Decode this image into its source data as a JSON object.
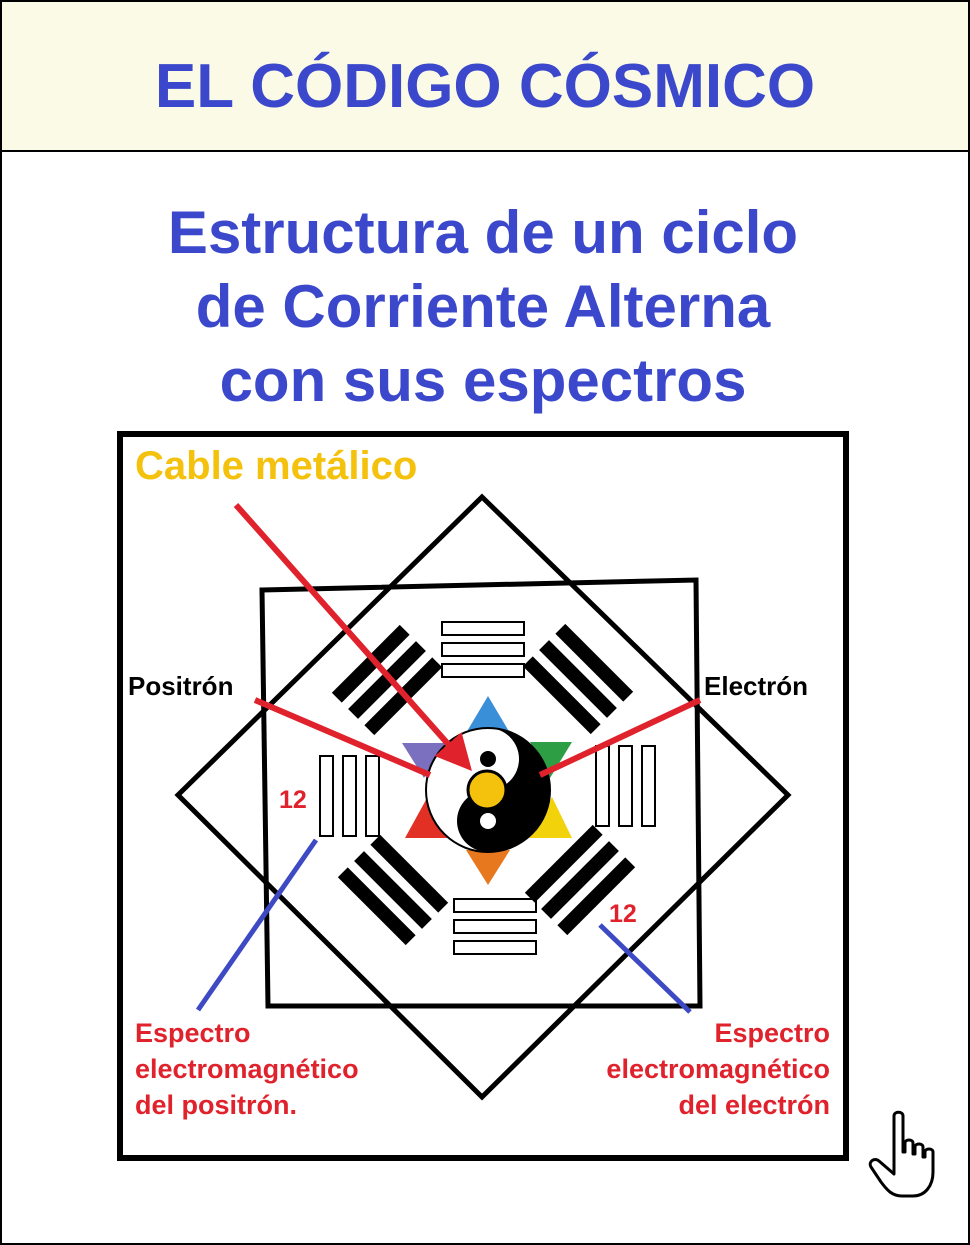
{
  "header": {
    "title": "EL CÓDIGO CÓSMICO"
  },
  "subtitle": {
    "lines": [
      "Estructura de un ciclo",
      "de Corriente Alterna",
      "con sus espectros"
    ]
  },
  "diagram": {
    "cable_label": "Cable metálico",
    "positron_label": "Positrón",
    "electron_label": "Electrón",
    "left_number": "12",
    "right_number": "12",
    "left_spectrum": [
      "Espectro",
      "electromagnético",
      "del positrón."
    ],
    "right_spectrum": [
      "Espectro",
      "electromagnético",
      "del electrón"
    ]
  },
  "colors": {
    "title_blue": "#3b48cc",
    "cable_gold": "#f4c20d",
    "arrow_red": "#e0222c",
    "pointer_blue": "#3d4ac4",
    "triangles": [
      "#3a8fd9",
      "#2e9e44",
      "#f2d20b",
      "#e8781e",
      "#e23024",
      "#7b6fc0"
    ]
  },
  "icons": [
    "hand-pointer-icon",
    "yin-yang-icon"
  ]
}
